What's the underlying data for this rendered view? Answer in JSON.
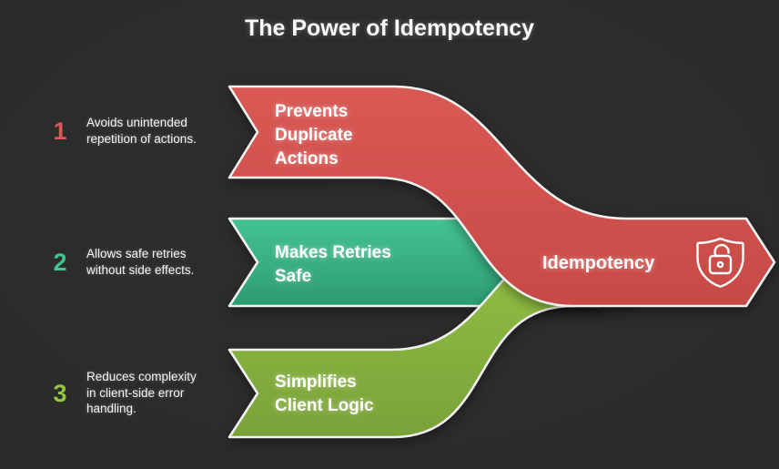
{
  "title": "The Power of Idempotency",
  "items": [
    {
      "number": "1",
      "text": "Avoids unintended\nrepetition of actions."
    },
    {
      "number": "2",
      "text": "Allows safe retries\nwithout side effects."
    },
    {
      "number": "3",
      "text": "Reduces complexity\nin client-side error\nhandling."
    }
  ],
  "bands": [
    {
      "label": "Prevents\nDuplicate\nActions",
      "color_name": "red"
    },
    {
      "label": "Makes Retries\nSafe",
      "color_name": "teal"
    },
    {
      "label": "Simplifies\nClient Logic",
      "color_name": "green"
    }
  ],
  "result": {
    "label": "Idempotency",
    "icon": "shield-lock-icon"
  },
  "colors": {
    "background": "#2b2b2b",
    "red_top": "#d95954",
    "red_bottom": "#c74a46",
    "teal_top": "#44c394",
    "teal_bottom": "#2d9b70",
    "green_top": "#93c444",
    "green_bottom": "#7aa23a",
    "outline": "#f2f2f2",
    "number_red": "#e05654",
    "number_teal": "#3fc492",
    "number_green": "#93c83f",
    "text": "#ffffff"
  }
}
